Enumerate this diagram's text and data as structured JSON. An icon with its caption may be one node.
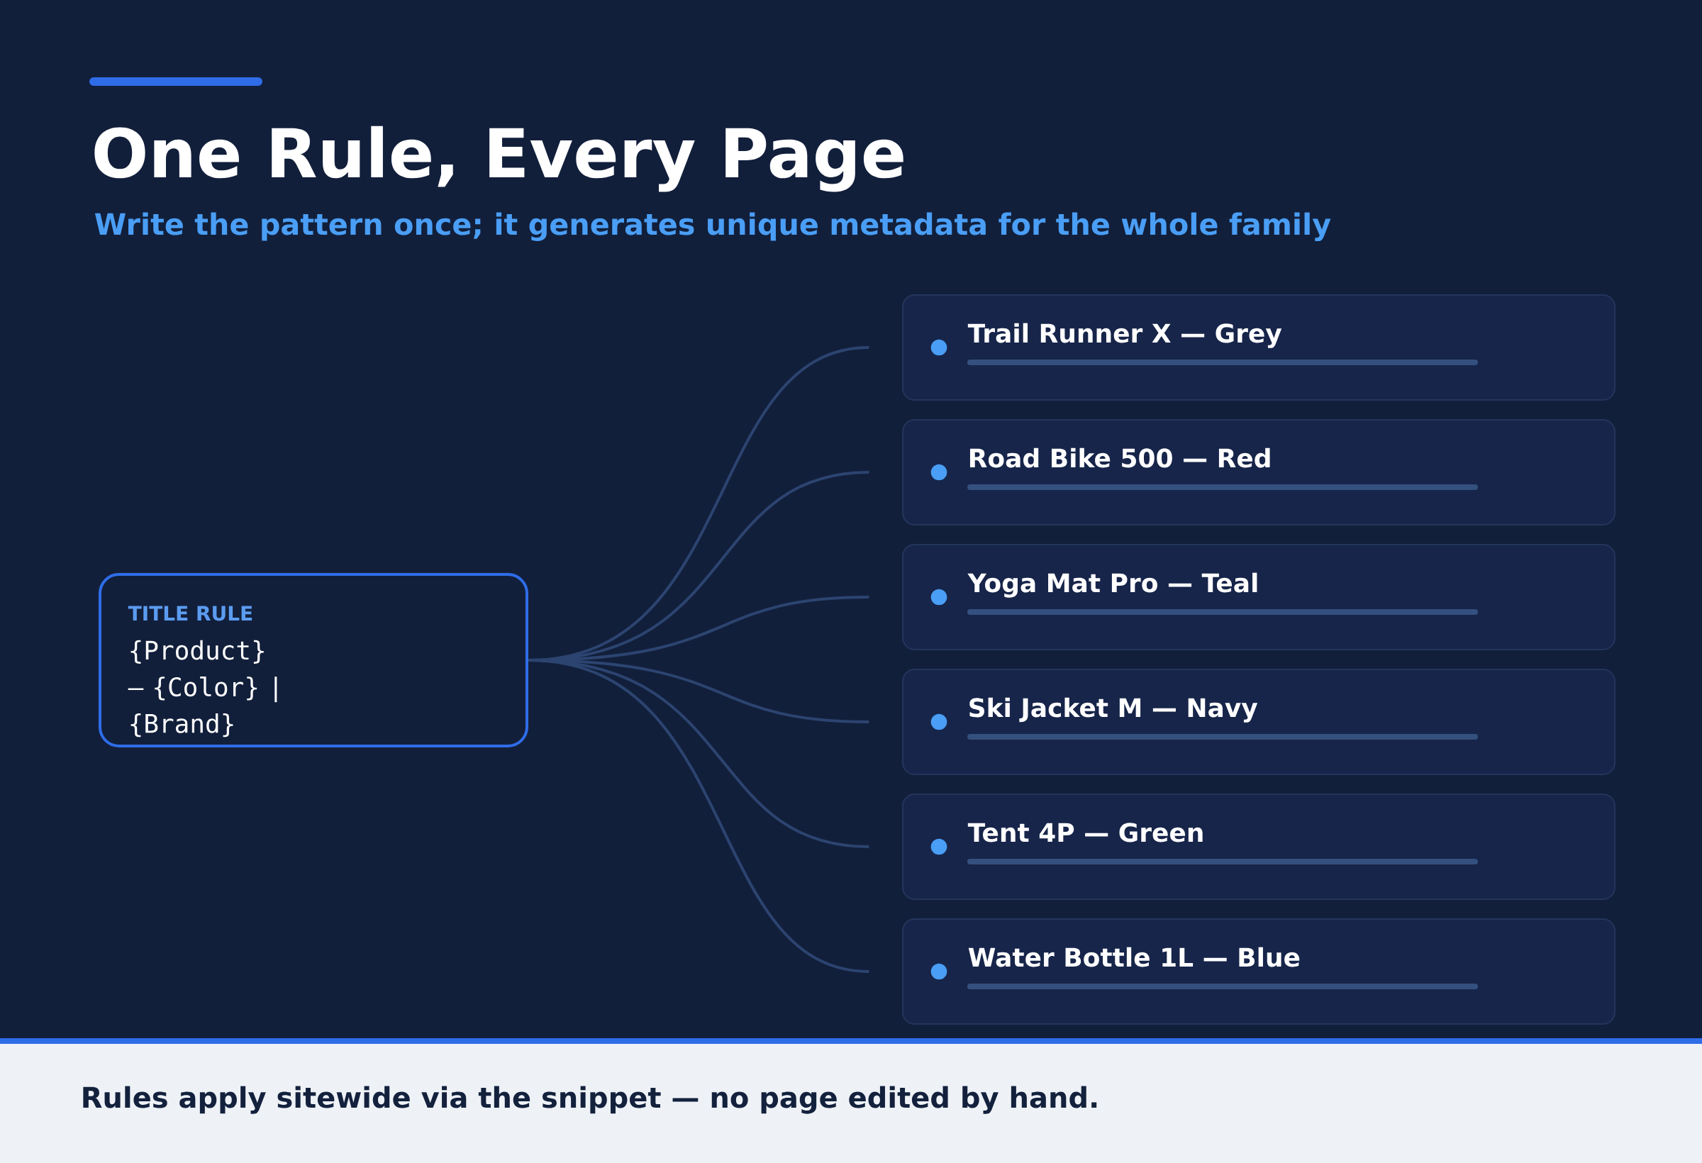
{
  "diagram": {
    "title": "One Rule, Every Page",
    "caption": "Rules apply sitewide via the snippet — no page edited by hand.",
    "labels": [
      "Write the pattern once; it generates unique metadata for the whole family"
    ],
    "nodes": [
      {
        "text": [
          "TITLE RULE",
          "{Product} — {Color} | {Brand}"
        ]
      },
      {
        "text": [
          "Trail Runner X — Grey"
        ]
      },
      {
        "text": [
          "Road Bike 500 — Red"
        ]
      },
      {
        "text": [
          "Yoga Mat Pro — Teal"
        ]
      },
      {
        "text": [
          "Ski Jacket M — Navy"
        ]
      },
      {
        "text": [
          "Tent 4P — Green"
        ]
      },
      {
        "text": [
          "Water Bottle 1L — Blue"
        ]
      }
    ],
    "edges": [
      {
        "from": 0,
        "to": 1,
        "arrow": "none"
      },
      {
        "from": 0,
        "to": 2,
        "arrow": "none"
      },
      {
        "from": 0,
        "to": 3,
        "arrow": "none"
      },
      {
        "from": 0,
        "to": 4,
        "arrow": "none"
      },
      {
        "from": 0,
        "to": 5,
        "arrow": "none"
      },
      {
        "from": 0,
        "to": 6,
        "arrow": "none"
      }
    ]
  }
}
